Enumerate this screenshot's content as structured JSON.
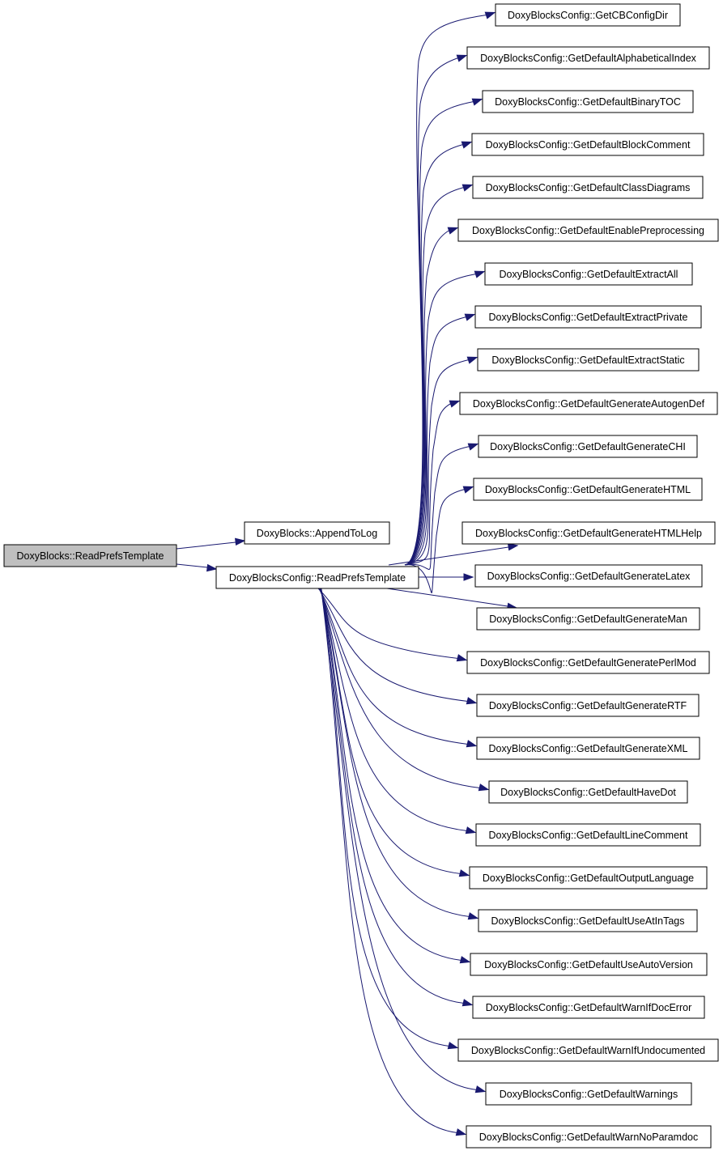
{
  "nodes": {
    "root": "DoxyBlocks::ReadPrefsTemplate",
    "append_to_log": "DoxyBlocks::AppendToLog",
    "config_read_prefs": "DoxyBlocksConfig::ReadPrefsTemplate"
  },
  "callees": [
    "DoxyBlocksConfig::GetCBConfigDir",
    "DoxyBlocksConfig::GetDefaultAlphabeticalIndex",
    "DoxyBlocksConfig::GetDefaultBinaryTOC",
    "DoxyBlocksConfig::GetDefaultBlockComment",
    "DoxyBlocksConfig::GetDefaultClassDiagrams",
    "DoxyBlocksConfig::GetDefaultEnablePreprocessing",
    "DoxyBlocksConfig::GetDefaultExtractAll",
    "DoxyBlocksConfig::GetDefaultExtractPrivate",
    "DoxyBlocksConfig::GetDefaultExtractStatic",
    "DoxyBlocksConfig::GetDefaultGenerateAutogenDef",
    "DoxyBlocksConfig::GetDefaultGenerateCHI",
    "DoxyBlocksConfig::GetDefaultGenerateHTML",
    "DoxyBlocksConfig::GetDefaultGenerateHTMLHelp",
    "DoxyBlocksConfig::GetDefaultGenerateLatex",
    "DoxyBlocksConfig::GetDefaultGenerateMan",
    "DoxyBlocksConfig::GetDefaultGeneratePerlMod",
    "DoxyBlocksConfig::GetDefaultGenerateRTF",
    "DoxyBlocksConfig::GetDefaultGenerateXML",
    "DoxyBlocksConfig::GetDefaultHaveDot",
    "DoxyBlocksConfig::GetDefaultLineComment",
    "DoxyBlocksConfig::GetDefaultOutputLanguage",
    "DoxyBlocksConfig::GetDefaultUseAtInTags",
    "DoxyBlocksConfig::GetDefaultUseAutoVersion",
    "DoxyBlocksConfig::GetDefaultWarnIfDocError",
    "DoxyBlocksConfig::GetDefaultWarnIfUndocumented",
    "DoxyBlocksConfig::GetDefaultWarnings",
    "DoxyBlocksConfig::GetDefaultWarnNoParamdoc"
  ],
  "colors": {
    "edge": "#191970",
    "root_fill": "#bfbfbf",
    "node_fill": "#ffffff",
    "node_border": "#000000"
  }
}
